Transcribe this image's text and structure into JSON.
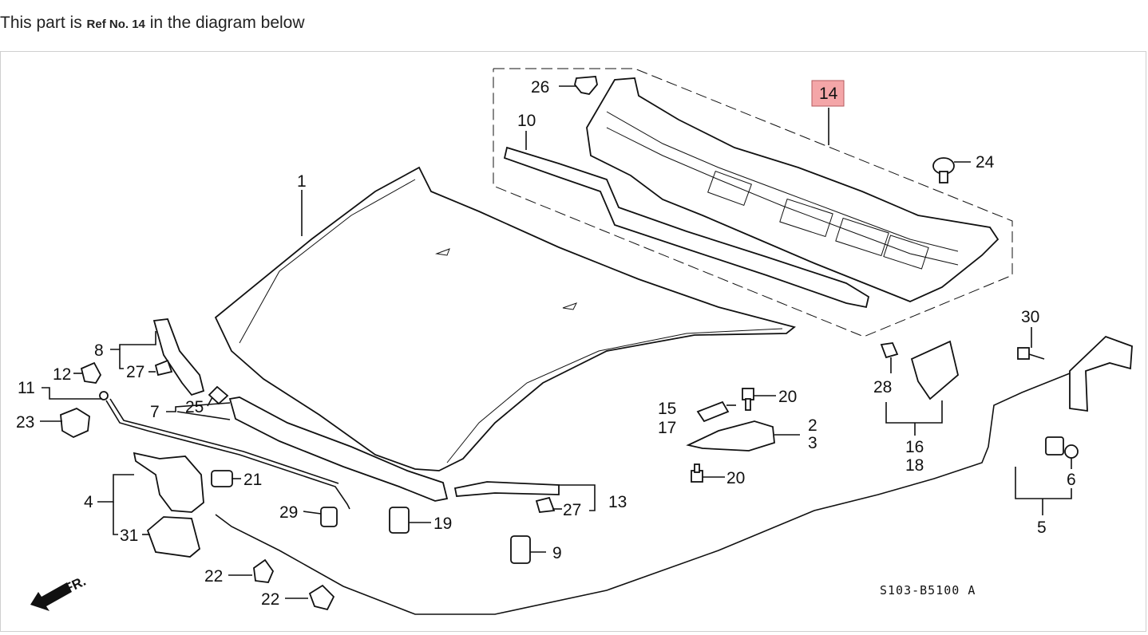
{
  "intro": {
    "prefix": "This part is",
    "ref": "Ref No. 14",
    "suffix": "in the diagram below"
  },
  "diagram": {
    "highlight_color": "#f4a6a8",
    "highlighted_ref": "14",
    "labels": {
      "l1": "1",
      "l2": "2",
      "l3": "3",
      "l4": "4",
      "l5": "5",
      "l6": "6",
      "l7": "7",
      "l8": "8",
      "l9": "9",
      "l10": "10",
      "l11": "11",
      "l12": "12",
      "l13": "13",
      "l14": "14",
      "l15": "15",
      "l16": "16",
      "l17": "17",
      "l18": "18",
      "l19": "19",
      "l20a": "20",
      "l20b": "20",
      "l21": "21",
      "l22a": "22",
      "l22b": "22",
      "l23": "23",
      "l24": "24",
      "l25": "25",
      "l26": "26",
      "l27a": "27",
      "l27b": "27",
      "l28": "28",
      "l29": "29",
      "l30": "30",
      "l31": "31"
    },
    "diagram_code": "S103-B5100 A",
    "front_marker": "FR."
  }
}
